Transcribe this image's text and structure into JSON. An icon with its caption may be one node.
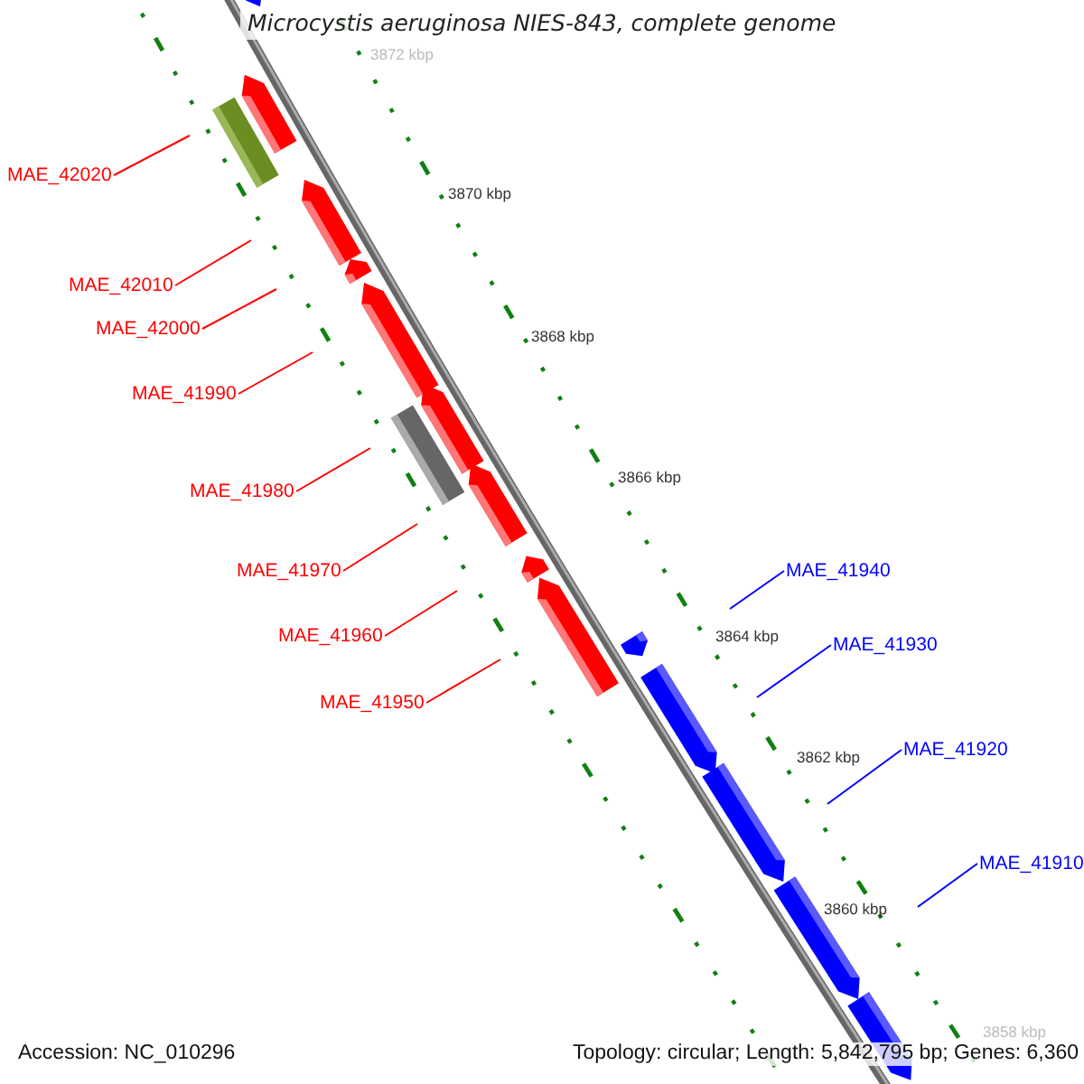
{
  "diagram": {
    "title": "Microcystis aeruginosa NIES-843, complete genome",
    "nodes": [
      {
        "text": [
          "MAE_42020"
        ]
      },
      {
        "text": [
          "MAE_42010"
        ]
      },
      {
        "text": [
          "MAE_42000"
        ]
      },
      {
        "text": [
          "MAE_41990"
        ]
      },
      {
        "text": [
          "MAE_41980"
        ]
      },
      {
        "text": [
          "MAE_41970"
        ]
      },
      {
        "text": [
          "MAE_41960"
        ]
      },
      {
        "text": [
          "MAE_41950"
        ]
      },
      {
        "text": [
          "MAE_41940"
        ]
      },
      {
        "text": [
          "MAE_41930"
        ]
      },
      {
        "text": [
          "MAE_41920"
        ]
      },
      {
        "text": [
          "MAE_41910"
        ]
      }
    ],
    "edges": [
      {
        "from": 0,
        "to": null,
        "arrow": "none"
      },
      {
        "from": 1,
        "to": null,
        "arrow": "none"
      },
      {
        "from": 2,
        "to": null,
        "arrow": "none"
      },
      {
        "from": 3,
        "to": null,
        "arrow": "none"
      },
      {
        "from": 4,
        "to": null,
        "arrow": "none"
      },
      {
        "from": 5,
        "to": null,
        "arrow": "none"
      },
      {
        "from": 6,
        "to": null,
        "arrow": "none"
      },
      {
        "from": 7,
        "to": null,
        "arrow": "none"
      },
      {
        "from": 8,
        "to": null,
        "arrow": "none",
        "color": "#0000ff"
      },
      {
        "from": 9,
        "to": null,
        "arrow": "none",
        "color": "#0000ff"
      },
      {
        "from": 10,
        "to": null,
        "arrow": "none",
        "color": "#0000ff"
      },
      {
        "from": 11,
        "to": null,
        "arrow": "none",
        "color": "#0000ff"
      }
    ],
    "labels": [
      "3872 kbp",
      "3870 kbp",
      "3868 kbp",
      "3866 kbp",
      "3864 kbp",
      "3862 kbp",
      "3860 kbp",
      "3858 kbp",
      "Accession: NC_010296",
      "Topology: circular; Length: 5,842,795 bp; Genes: 6,360"
    ]
  }
}
